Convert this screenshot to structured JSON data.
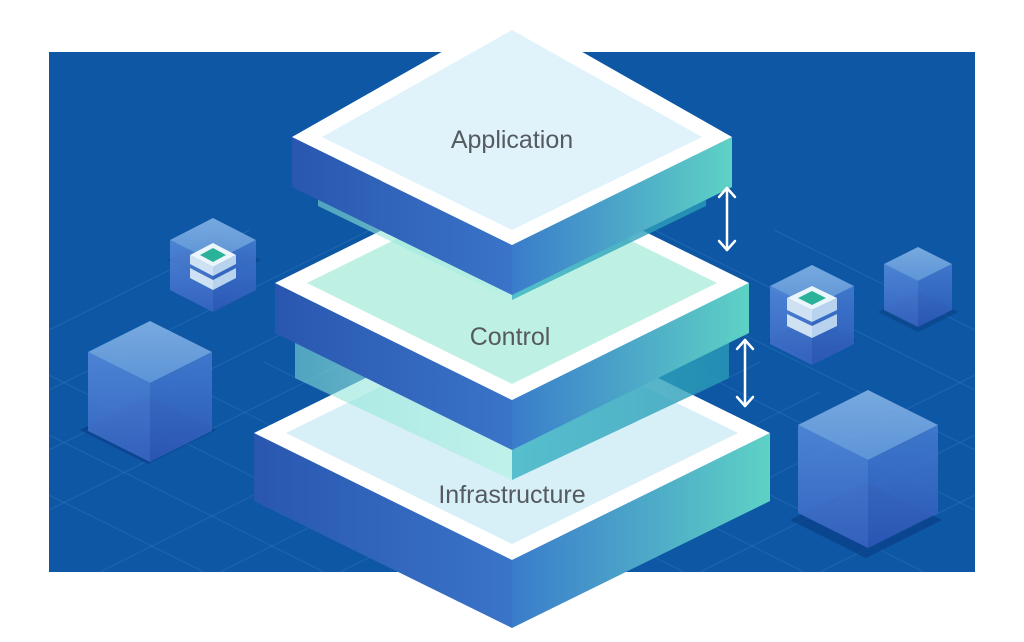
{
  "diagram": {
    "layers": [
      {
        "id": "application",
        "label": "Application"
      },
      {
        "id": "control",
        "label": "Control"
      },
      {
        "id": "infrastructure",
        "label": "Infrastructure"
      }
    ],
    "connectors": [
      {
        "from": "application",
        "to": "control"
      },
      {
        "from": "control",
        "to": "infrastructure"
      }
    ],
    "palette": {
      "background": "#0d57a4",
      "grid": "#2d70b8",
      "layer_top_border": "#ffffff",
      "layer_top_fill": "#d9f1fb",
      "layer_side_left": "#2e5fb8",
      "layer_side_right_start": "#3f86cf",
      "layer_side_right_end": "#5fd3c6",
      "glass": "#7fe0d2",
      "server_chip": "#2bb39a"
    }
  }
}
